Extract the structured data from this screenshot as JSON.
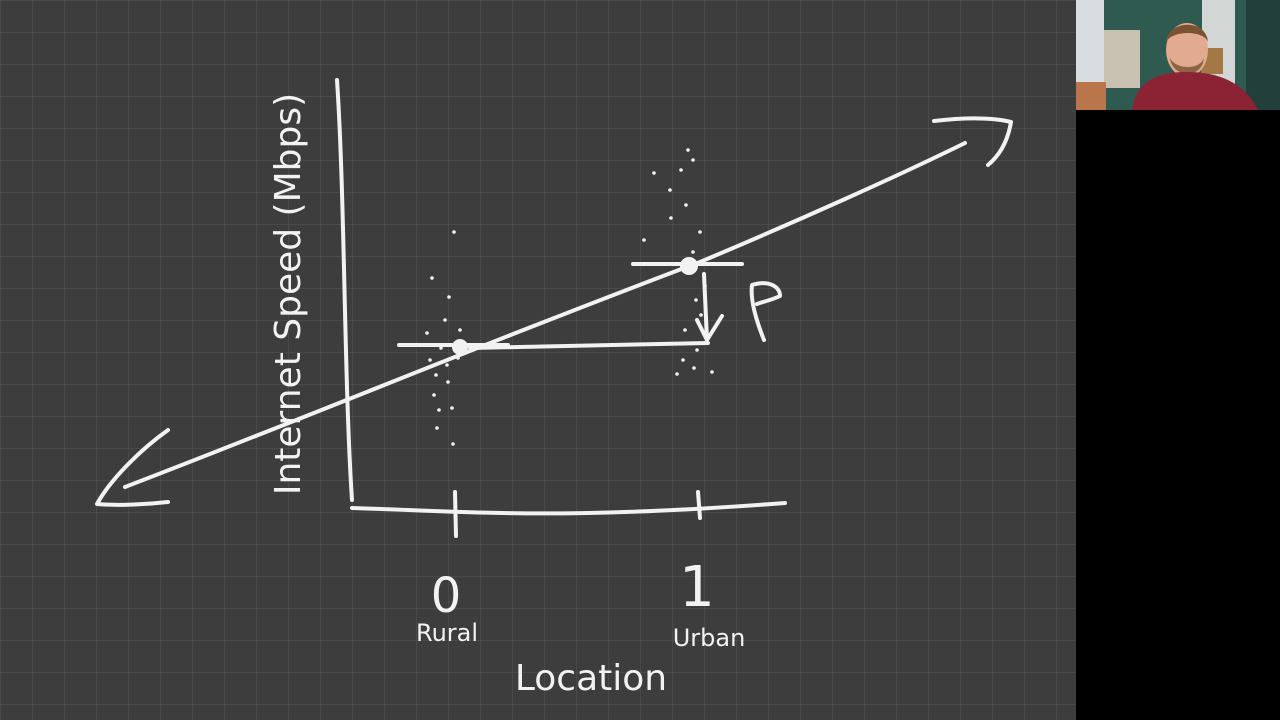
{
  "board": {
    "y_axis_label": "Internet Speed (Mbps)",
    "x_axis_label": "Location",
    "ticks": [
      {
        "value": "0",
        "category": "Rural"
      },
      {
        "value": "1",
        "category": "Urban"
      }
    ],
    "slope_symbol": "β"
  },
  "webcam": {
    "background_color": "#2f5a50",
    "shirt_color": "#8c2334"
  }
}
